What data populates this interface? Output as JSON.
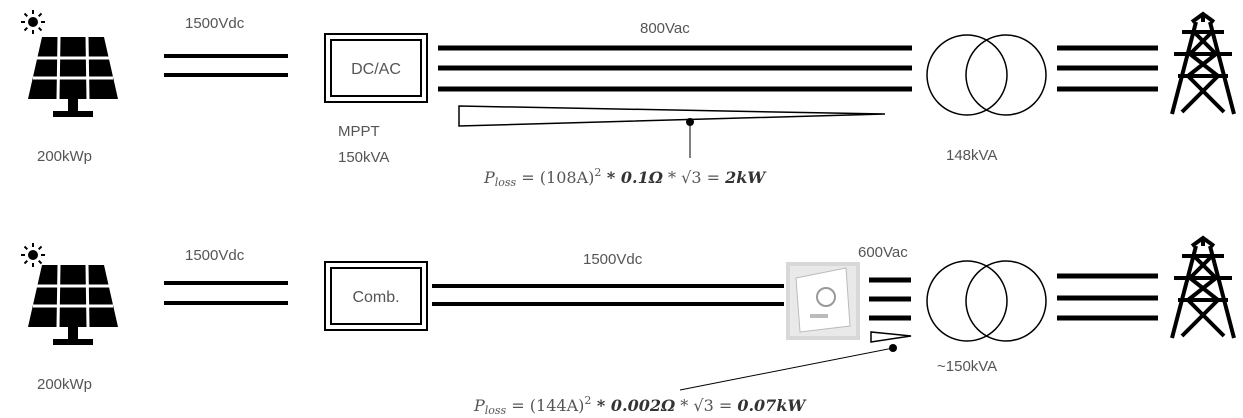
{
  "colors": {
    "ink": "#000000",
    "text": "#555555",
    "background": "#ffffff"
  },
  "icons": [
    "sun-icon",
    "solar-panel-icon",
    "transformer-icon",
    "transmission-tower-icon",
    "inverter-photo"
  ],
  "top": {
    "panel_rating": "200kWp",
    "dc_voltage": "1500Vdc",
    "converter_label": "DC/AC",
    "converter_sub1": "MPPT",
    "converter_sub2": "150kVA",
    "ac_voltage": "800Vac",
    "transformer_rating": "148kVA",
    "loss_lhs": "P",
    "loss_sub": "loss",
    "loss_mid": " = (108A)",
    "loss_sup": "2",
    "loss_bold": " * 0.1Ω",
    "loss_sqrt": " * √3 = ",
    "loss_result": "2kW"
  },
  "bottom": {
    "panel_rating": "200kWp",
    "dc_voltage": "1500Vdc",
    "combiner_label": "Comb.",
    "line_voltage": "1500Vdc",
    "ac_voltage": "600Vac",
    "transformer_rating": "~150kVA",
    "loss_lhs": "P",
    "loss_sub": "loss",
    "loss_mid": " = (144A)",
    "loss_sup": "2",
    "loss_bold": " * 0.002Ω",
    "loss_sqrt": " * √3 = ",
    "loss_result": "0.07kW"
  }
}
